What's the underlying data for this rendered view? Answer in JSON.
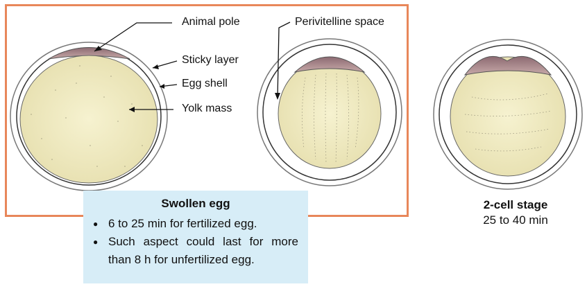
{
  "labels": {
    "animal_pole": "Animal pole",
    "sticky_layer": "Sticky layer",
    "egg_shell": "Egg shell",
    "yolk_mass": "Yolk mass",
    "perivitelline_space": "Perivitelline space"
  },
  "swollen_caption": {
    "title": "Swollen egg",
    "bullets": [
      "6 to 25 min for fertilized egg.",
      "Such aspect could last for more than 8 h for unfertilized egg."
    ]
  },
  "two_cell_caption": {
    "title": "2-cell stage",
    "time": "25 to 40 min"
  },
  "colors": {
    "frame": "#e8875a",
    "caption_bg": "#d7edf7",
    "yolk": "#f1ecc3",
    "animal_pole": "#9b7a80",
    "shell": "#555555"
  }
}
